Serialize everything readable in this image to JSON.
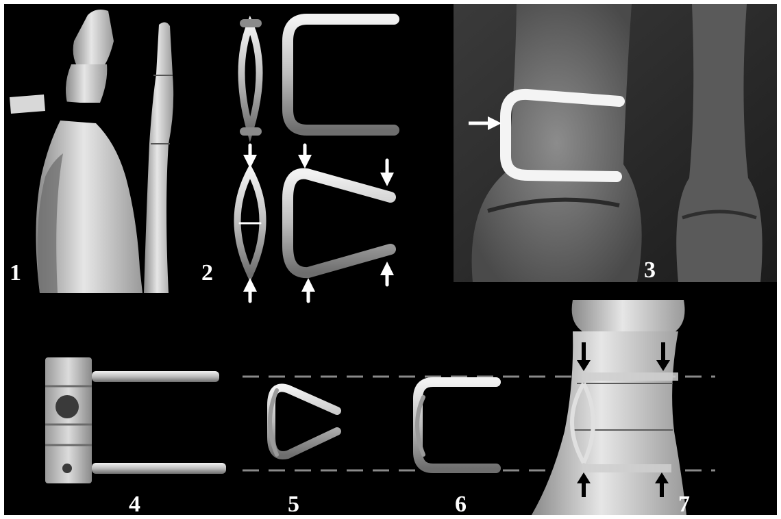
{
  "figure": {
    "background_color": "#000000",
    "frame_color": "#ffffff",
    "label_color": "#ffffff"
  },
  "panels": [
    {
      "id": "panel-1",
      "label": "1",
      "content": "bone-model-with-osteotomy"
    },
    {
      "id": "panel-2",
      "label": "2",
      "content": "staple-compression-mechanism"
    },
    {
      "id": "panel-3",
      "label": "3",
      "content": "radiograph-with-staple",
      "arrow": "white-arrow-icon"
    },
    {
      "id": "panel-4",
      "label": "4",
      "content": "staple-insertion-instrument"
    },
    {
      "id": "panel-5",
      "label": "5",
      "content": "compressed-staple"
    },
    {
      "id": "panel-6",
      "label": "6",
      "content": "expanded-staple"
    },
    {
      "id": "panel-7",
      "label": "7",
      "content": "staple-in-bone"
    }
  ]
}
